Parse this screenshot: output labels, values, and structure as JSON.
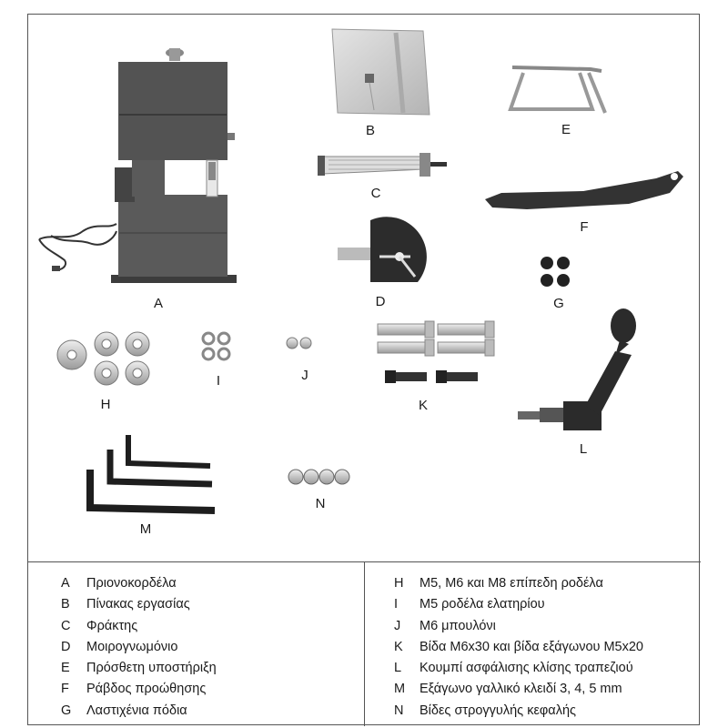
{
  "part_labels": {
    "A": "A",
    "B": "B",
    "C": "C",
    "D": "D",
    "E": "E",
    "F": "F",
    "G": "G",
    "H": "H",
    "I": "I",
    "J": "J",
    "K": "K",
    "L": "L",
    "M": "M",
    "N": "N"
  },
  "legend": {
    "left": [
      {
        "key": "A",
        "text": "Πριονοκορδέλα"
      },
      {
        "key": "B",
        "text": "Πίνακας εργασίας"
      },
      {
        "key": "C",
        "text": "Φράκτης"
      },
      {
        "key": "D",
        "text": "Μοιρογνωμόνιο"
      },
      {
        "key": "E",
        "text": "Πρόσθετη υποστήριξη"
      },
      {
        "key": "F",
        "text": "Ράβδος προώθησης"
      },
      {
        "key": "G",
        "text": "Λαστιχένια πόδια"
      }
    ],
    "right": [
      {
        "key": "H",
        "text": "M5, M6 και M8 επίπεδη ροδέλα"
      },
      {
        "key": "I",
        "text": "M5 ροδέλα ελατηρίου"
      },
      {
        "key": "J",
        "text": "M6 μπουλόνι"
      },
      {
        "key": "K",
        "text": "Βίδα M6x30 και βίδα εξάγωνου M5x20"
      },
      {
        "key": "L",
        "text": "Κουμπί ασφάλισης κλίσης τραπεζιού"
      },
      {
        "key": "M",
        "text": "Εξάγωνο γαλλικό κλειδί 3, 4, 5 mm"
      },
      {
        "key": "N",
        "text": "Βίδες στρογγυλής κεφαλής"
      }
    ]
  }
}
